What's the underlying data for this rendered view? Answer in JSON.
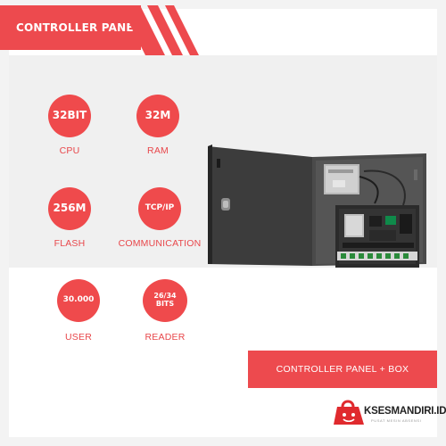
{
  "header": {
    "title": "CONTROLLER PANEL"
  },
  "features": [
    {
      "value": "32BIT",
      "label": "CPU"
    },
    {
      "value": "32M",
      "label": "RAM"
    },
    {
      "value": "256M",
      "label": "FLASH"
    },
    {
      "value": "TCP/IP",
      "label": "COMMUNICATION"
    },
    {
      "value": "30.000",
      "label": "USER"
    },
    {
      "value": "26/34 BITS",
      "label": "READER"
    }
  ],
  "caption": "CONTROLLER PANEL + BOX",
  "logo": {
    "name": "KSESMANDIRI.ID",
    "tagline": "PUSAT MESIN ABSENSI"
  },
  "colors": {
    "accent": "#ed4a4e",
    "label": "#e8474b",
    "panel": "#f0f0f0"
  }
}
